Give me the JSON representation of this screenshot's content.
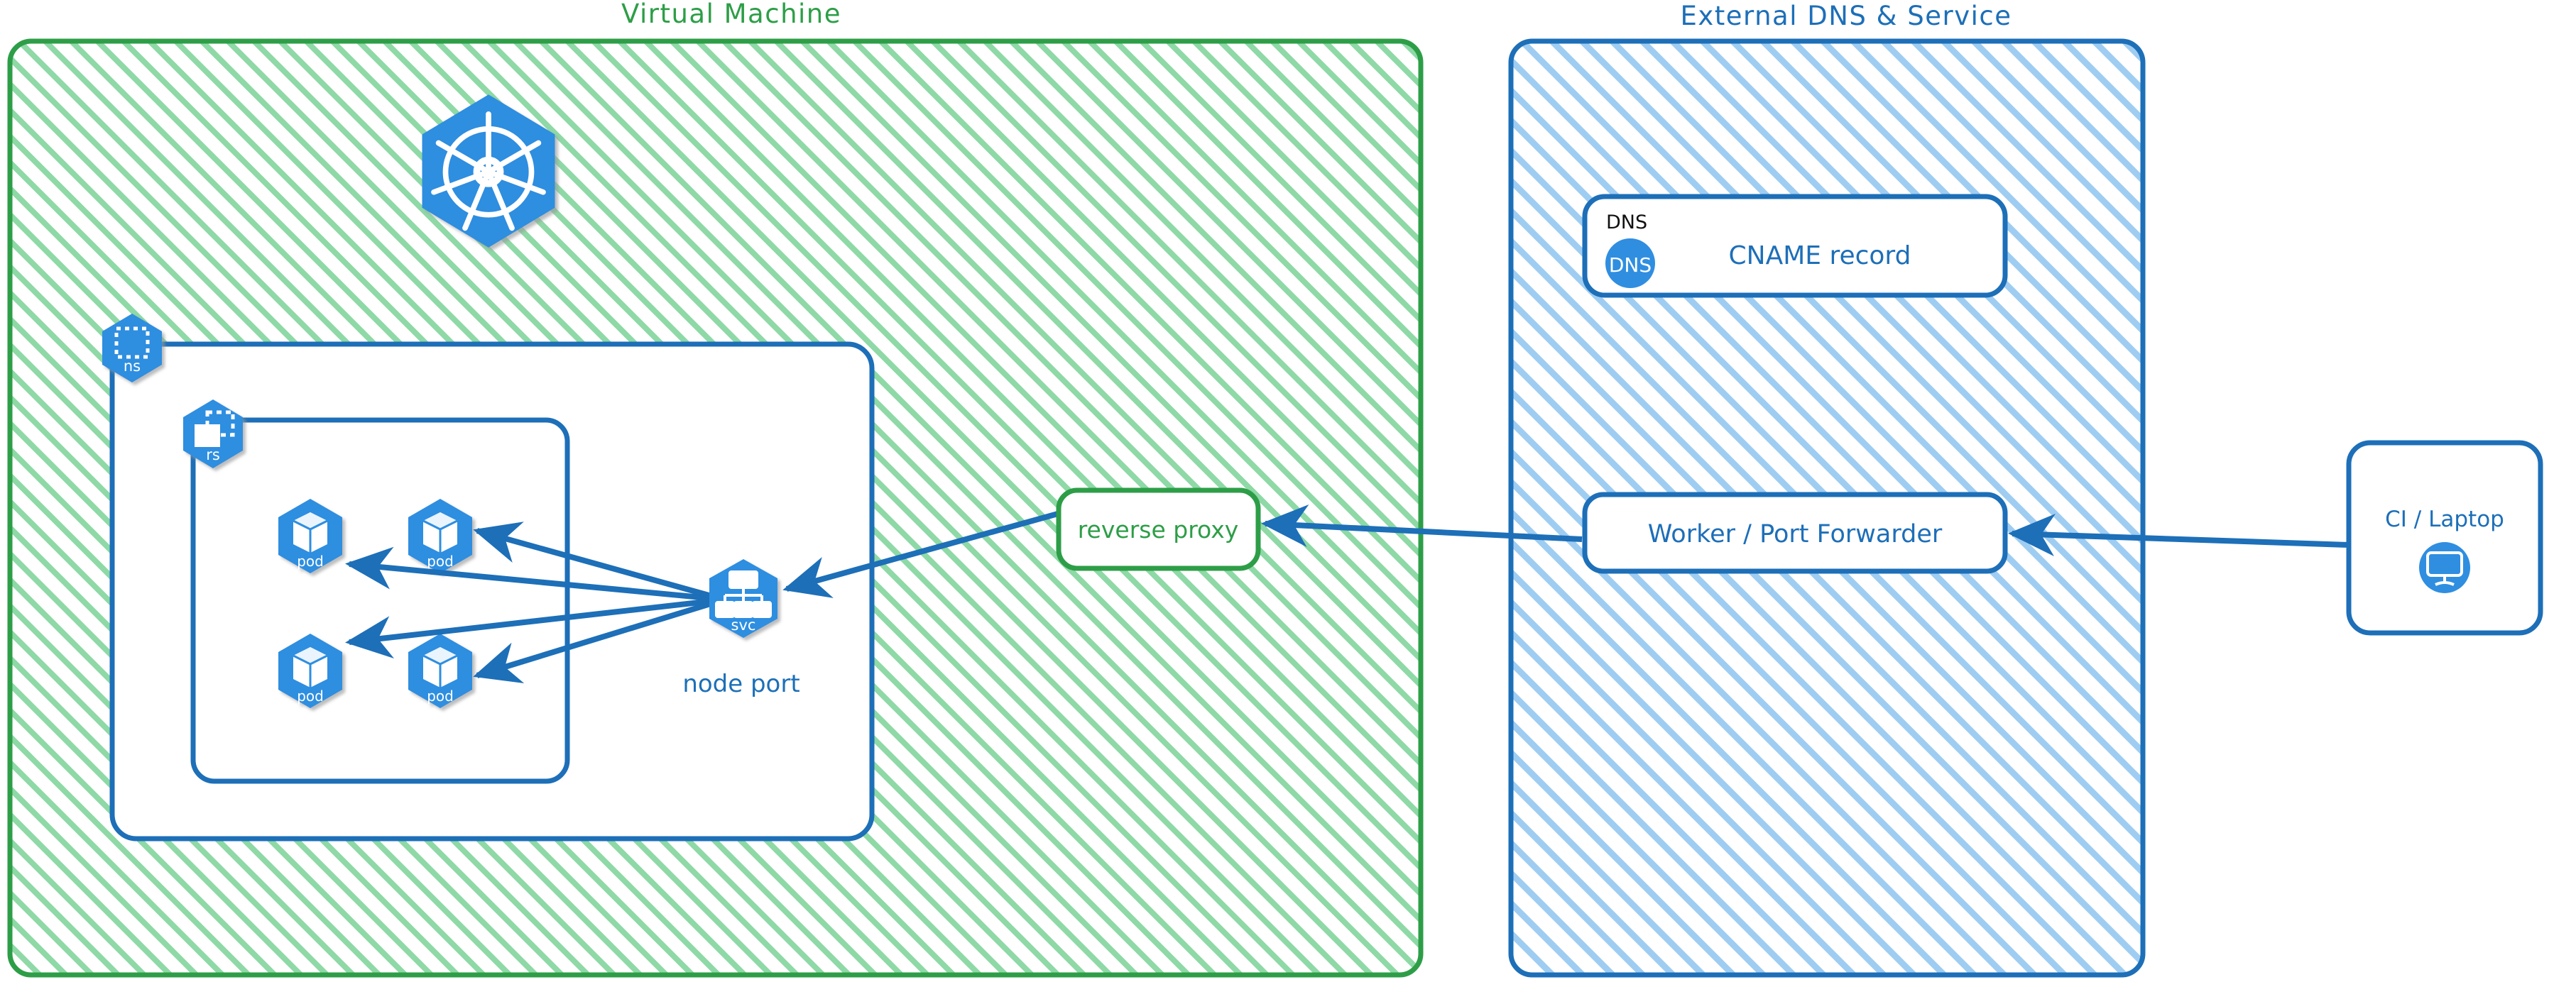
{
  "diagram": {
    "title_left": "Virtual Machine",
    "title_right": "External DNS & Service",
    "colors": {
      "green": "#2d9e47",
      "green_hatch": "#7fd49a",
      "blue": "#1d6fb8",
      "blue_hatch": "#8dc4ee",
      "k8s_blue": "#2f8ee0",
      "white": "#ffffff",
      "black": "#111111"
    }
  },
  "vm_zone": {
    "label": "Virtual Machine",
    "kubernetes_logo": "kubernetes-wheel-icon",
    "namespace": {
      "badge_label": "ns",
      "icon": "namespace-icon"
    },
    "replicaset": {
      "badge_label": "rs",
      "icon": "replicaset-icon"
    },
    "pods": [
      {
        "badge_label": "pod",
        "icon": "pod-cube-icon"
      },
      {
        "badge_label": "pod",
        "icon": "pod-cube-icon"
      },
      {
        "badge_label": "pod",
        "icon": "pod-cube-icon"
      },
      {
        "badge_label": "pod",
        "icon": "pod-cube-icon"
      }
    ],
    "service": {
      "badge_label": "svc",
      "icon": "service-tree-icon",
      "caption": "node port"
    },
    "reverse_proxy": {
      "label": "reverse proxy"
    }
  },
  "external_zone": {
    "label": "External DNS & Service",
    "dns_card": {
      "corner_label": "DNS",
      "badge_text": "DNS",
      "record_label": "CNAME record",
      "icon": "dns-circle-icon"
    },
    "worker_card": {
      "label": "Worker / Port Forwarder"
    }
  },
  "client_zone": {
    "ci_card": {
      "label": "CI / Laptop",
      "icon": "desktop-monitor-icon"
    }
  },
  "connections": [
    {
      "from": "service",
      "to": "pod-1",
      "kind": "arrow"
    },
    {
      "from": "service",
      "to": "pod-2",
      "kind": "arrow"
    },
    {
      "from": "service",
      "to": "pod-3",
      "kind": "arrow"
    },
    {
      "from": "service",
      "to": "pod-4",
      "kind": "arrow"
    },
    {
      "from": "reverse-proxy",
      "to": "service",
      "kind": "arrow"
    },
    {
      "from": "worker-port-forwarder",
      "to": "reverse-proxy",
      "kind": "arrow"
    },
    {
      "from": "ci-laptop",
      "to": "worker-port-forwarder",
      "kind": "arrow"
    }
  ]
}
